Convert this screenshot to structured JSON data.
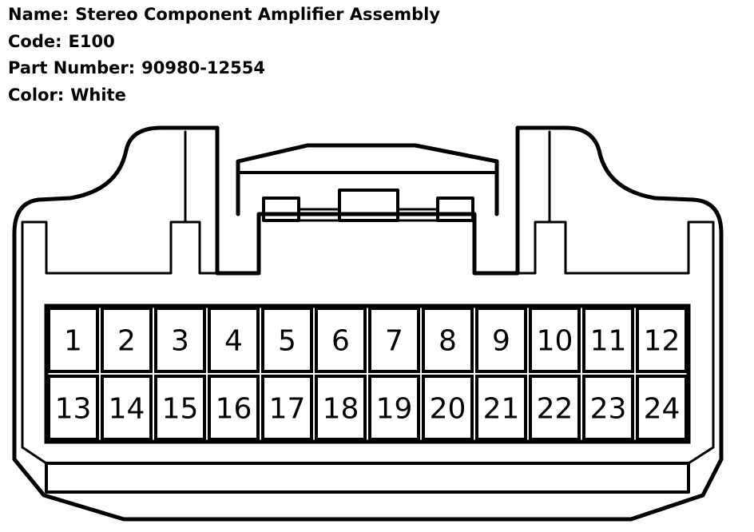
{
  "info": {
    "name_label": "Name:",
    "name_value": "Stereo Component Amplifier Assembly",
    "code_label": "Code:",
    "code_value": "E100",
    "part_label": "Part Number:",
    "part_value": "90980-12554",
    "color_label": "Color:",
    "color_value": "White"
  },
  "connector": {
    "pins_row1": [
      "1",
      "2",
      "3",
      "4",
      "5",
      "6",
      "7",
      "8",
      "9",
      "10",
      "11",
      "12"
    ],
    "pins_row2": [
      "13",
      "14",
      "15",
      "16",
      "17",
      "18",
      "19",
      "20",
      "21",
      "22",
      "23",
      "24"
    ]
  },
  "colors": {
    "line": "#000000",
    "background": "#ffffff"
  }
}
